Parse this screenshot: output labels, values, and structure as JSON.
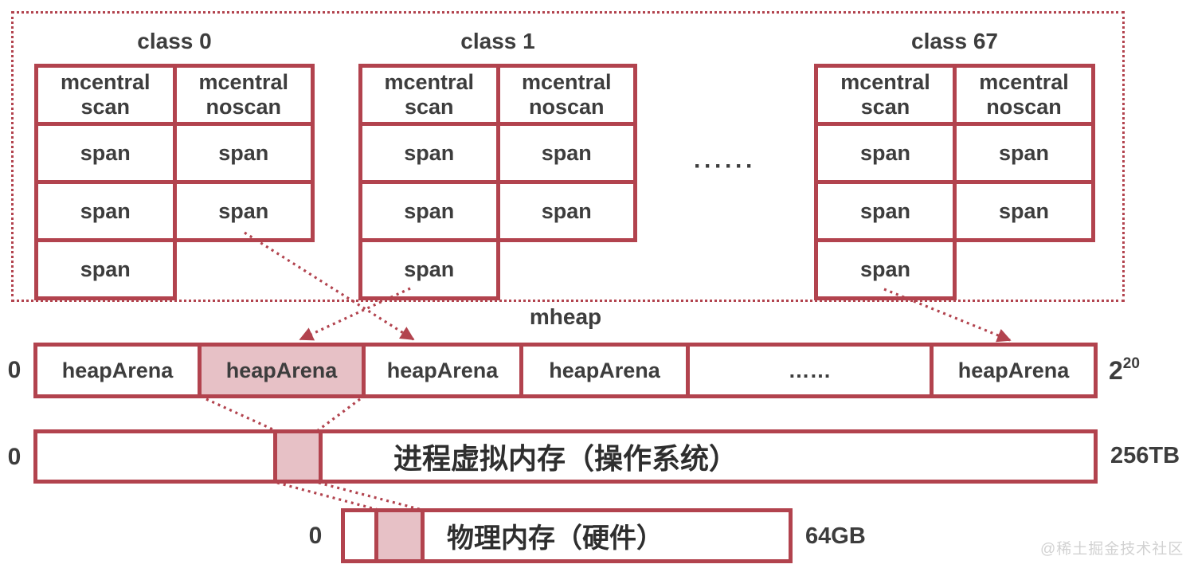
{
  "classes": [
    {
      "label": "class 0",
      "columns": [
        {
          "header": [
            "mcentral",
            "scan"
          ],
          "spans": [
            "span",
            "span",
            "span"
          ]
        },
        {
          "header": [
            "mcentral",
            "noscan"
          ],
          "spans": [
            "span",
            "span"
          ]
        }
      ]
    },
    {
      "label": "class 1",
      "columns": [
        {
          "header": [
            "mcentral",
            "scan"
          ],
          "spans": [
            "span",
            "span",
            "span"
          ]
        },
        {
          "header": [
            "mcentral",
            "noscan"
          ],
          "spans": [
            "span",
            "span"
          ]
        }
      ]
    },
    {
      "label": "class 67",
      "columns": [
        {
          "header": [
            "mcentral",
            "scan"
          ],
          "spans": [
            "span",
            "span",
            "span"
          ]
        },
        {
          "header": [
            "mcentral",
            "noscan"
          ],
          "spans": [
            "span",
            "span"
          ]
        }
      ]
    }
  ],
  "classes_ellipsis": "······",
  "mheap": {
    "title": "mheap",
    "left_label": "0",
    "cells": [
      "heapArena",
      "heapArena",
      "heapArena",
      "heapArena",
      "……",
      "heapArena"
    ],
    "highlighted_cell_index": 1,
    "right_label_base": "2",
    "right_label_exponent": "20"
  },
  "virtual_memory_bar": {
    "left_label": "0",
    "label": "进程虚拟内存（操作系统）",
    "right_label": "256TB"
  },
  "physical_memory_bar": {
    "left_label": "0",
    "label": "物理内存（硬件）",
    "right_label": "64GB"
  },
  "watermark": "@稀土掘金技术社区",
  "colors": {
    "accent_red": "#b2434e",
    "highlight_pink": "#e7c1c6",
    "text_dark": "#3d3d3d"
  }
}
